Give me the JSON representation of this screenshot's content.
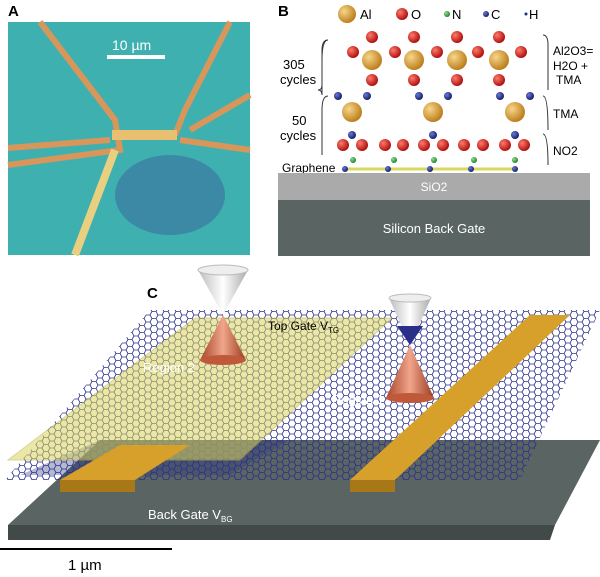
{
  "panels": {
    "a": {
      "label": "A",
      "scale_bar": "10 µm"
    },
    "b": {
      "label": "B",
      "legend": [
        {
          "symbol": "Al",
          "color": "#d79a2e"
        },
        {
          "symbol": "O",
          "color": "#d01818"
        },
        {
          "symbol": "N",
          "color": "#2e9e3a"
        },
        {
          "symbol": "C",
          "color": "#1c2a8a"
        },
        {
          "symbol": "H",
          "color": "#1c2a8a"
        }
      ],
      "cycles_305": [
        "305",
        "cycles"
      ],
      "cycles_50": [
        "50",
        "cycles"
      ],
      "right_labels": {
        "al2o3": [
          "Al2O3=",
          "H2O +",
          "TMA"
        ],
        "tma": "TMA",
        "no2": "NO2"
      },
      "graphene": "Graphene",
      "sio2": "SiO2",
      "back_gate": "Silicon Back Gate"
    },
    "c": {
      "label": "C",
      "top_gate": "Top Gate V",
      "top_gate_sub": "TG",
      "region1": "Region 1",
      "region2": "Region 2",
      "back_gate": "Back Gate V",
      "back_gate_sub": "BG",
      "scale_bar": "1 µm"
    }
  }
}
